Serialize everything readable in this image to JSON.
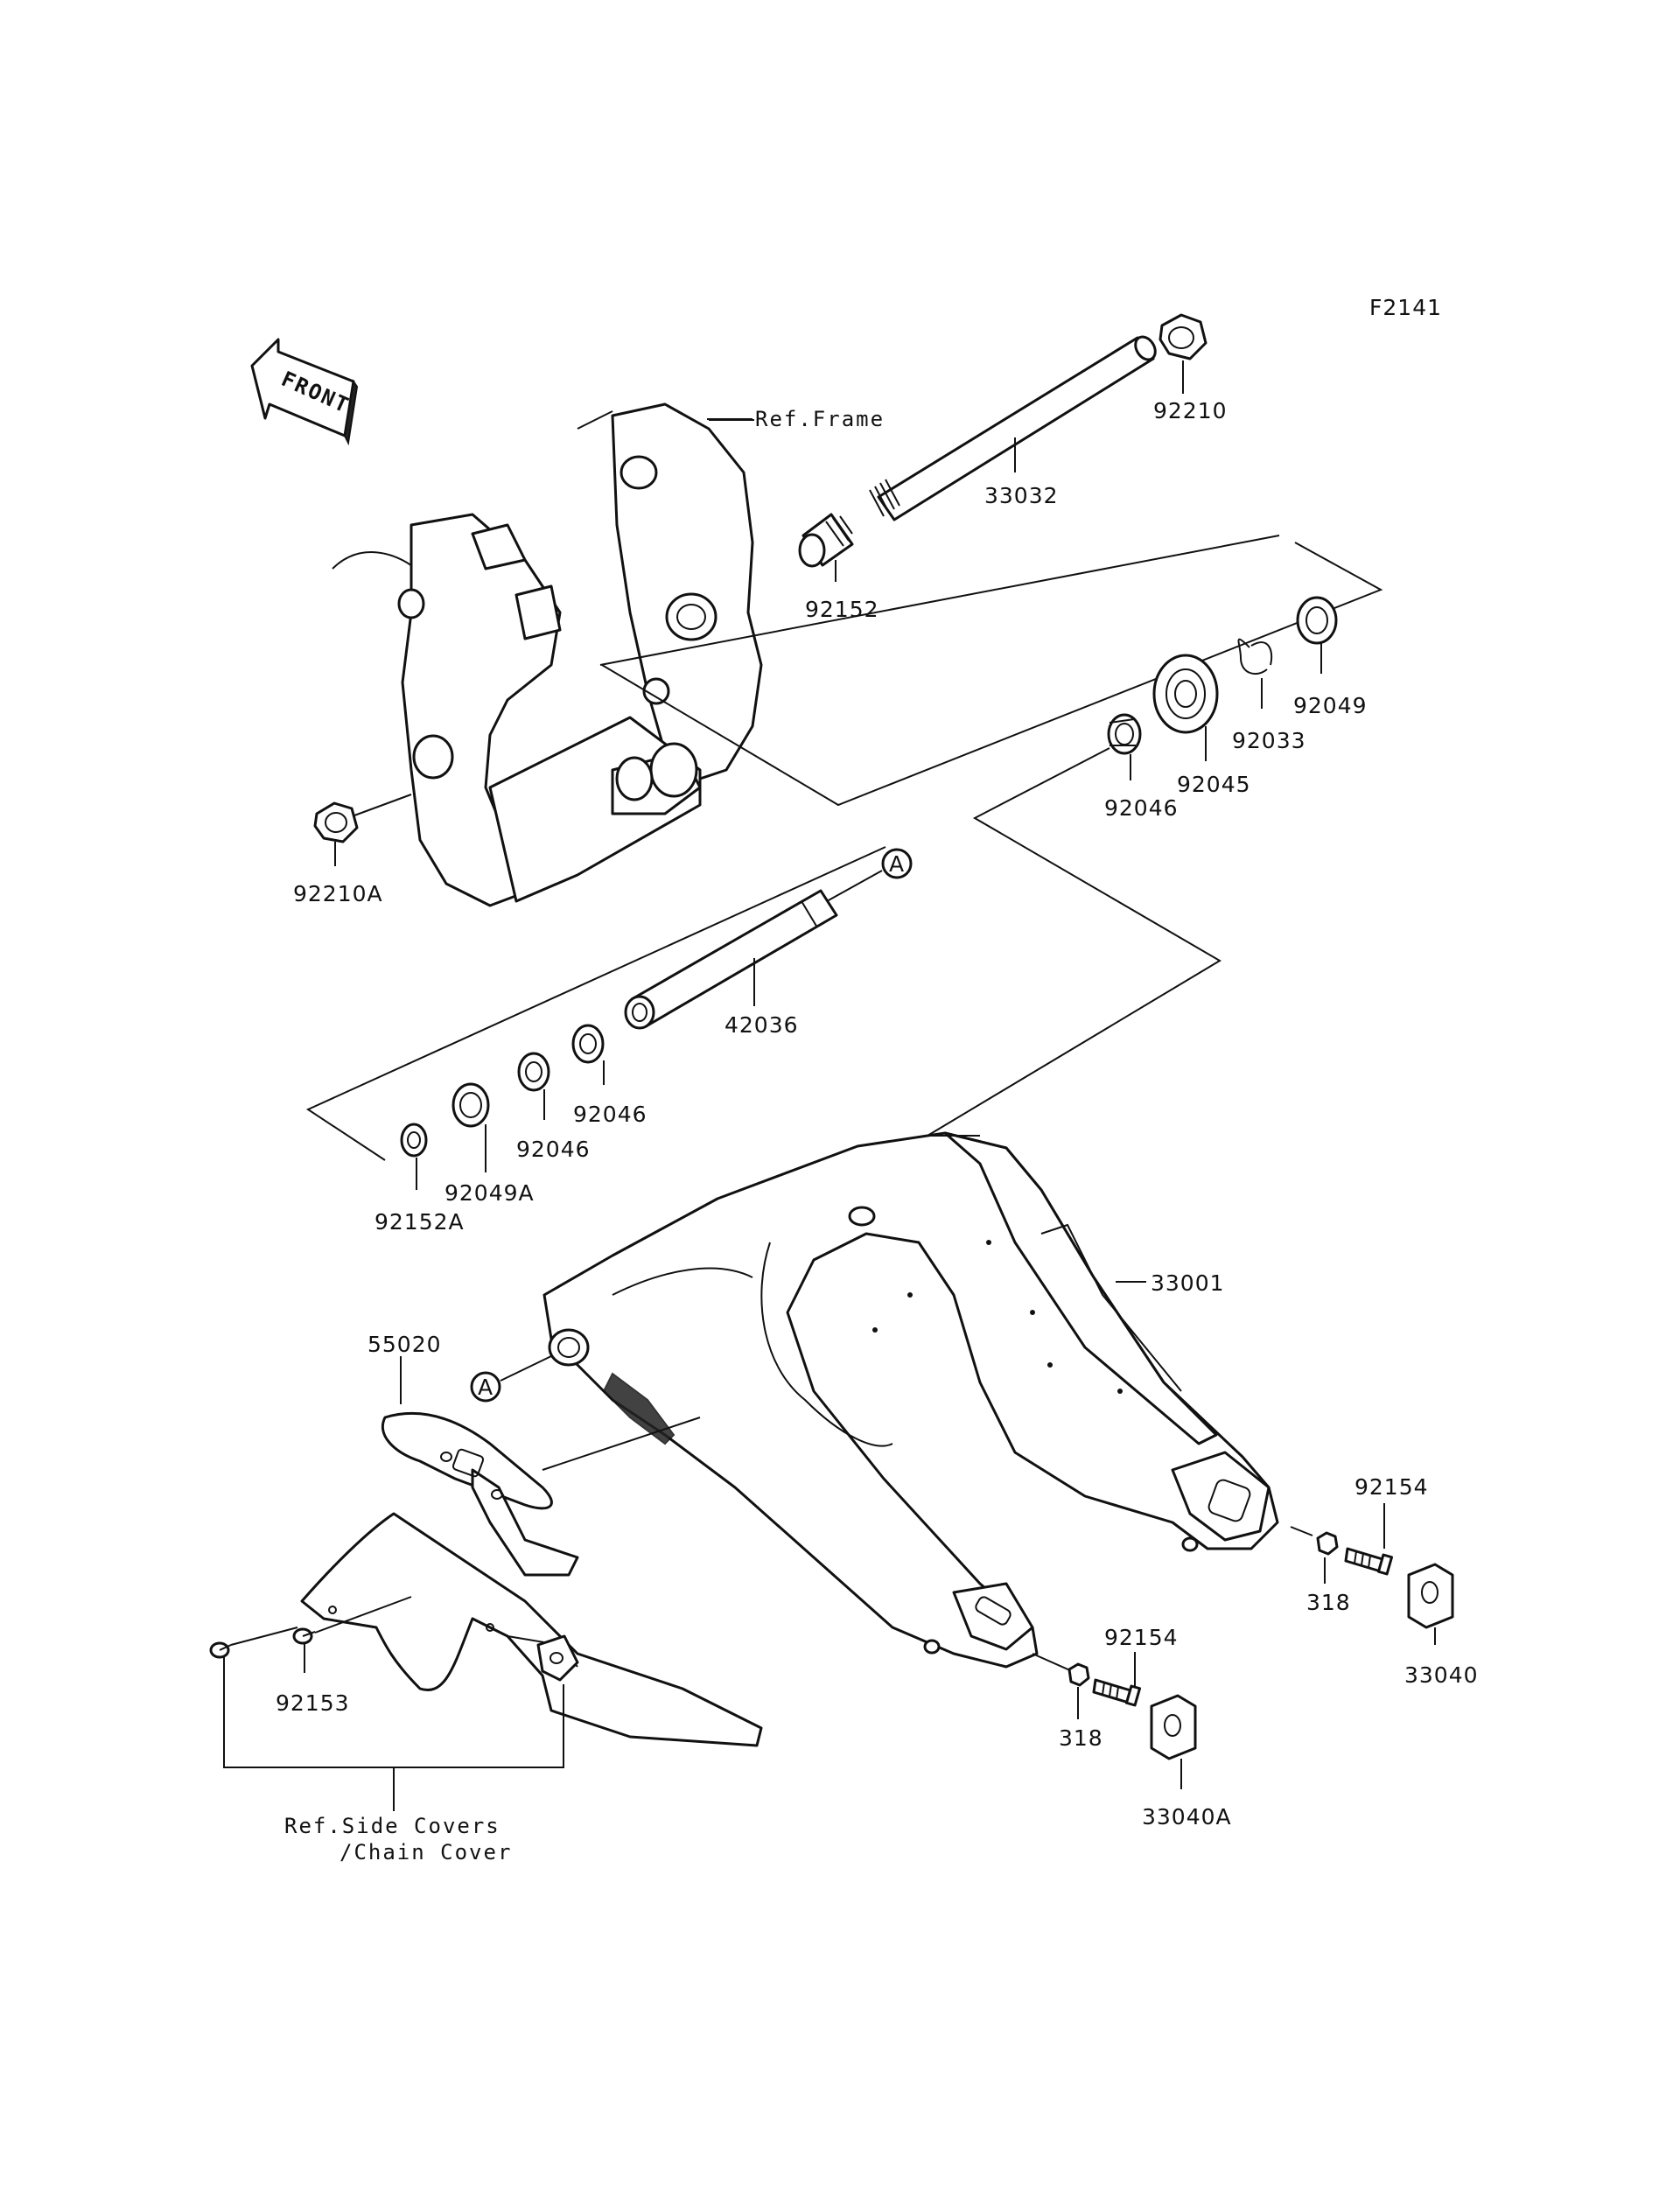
{
  "figure_code": "F2141",
  "front_arrow_text": "FRONT",
  "circle_marker": "A",
  "refs": {
    "frame": "Ref.Frame",
    "side_covers_line1": "Ref.Side Covers",
    "side_covers_line2": "/Chain Cover"
  },
  "parts": [
    "92210",
    "33032",
    "92152",
    "92049",
    "92033",
    "92045",
    "92046",
    "92210A",
    "42036",
    "92046",
    "92046",
    "92049A",
    "92152A",
    "33001",
    "55020",
    "92154",
    "318",
    "33040",
    "92154",
    "318",
    "33040A",
    "92153"
  ]
}
